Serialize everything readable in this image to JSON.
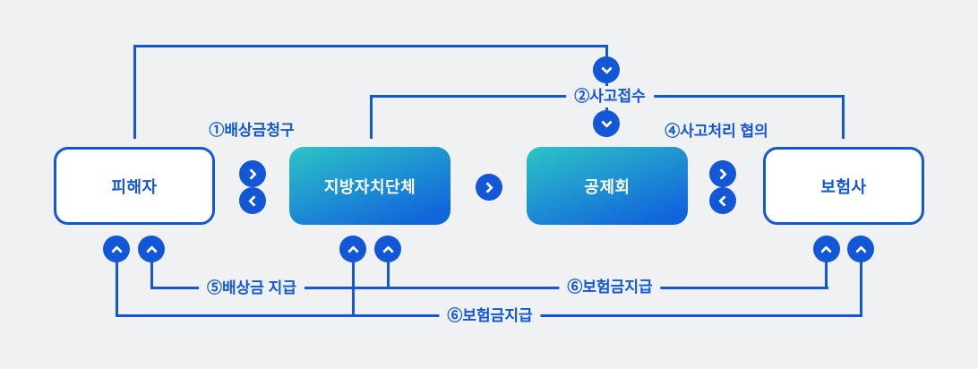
{
  "nodes": {
    "victim": "피해자",
    "local_gov": "지방자치단체",
    "mutual_aid": "공제회",
    "insurer": "보험사"
  },
  "flow_labels": {
    "claim": "①배상금청구",
    "report": "②사고접수",
    "consult": "④사고처리 협의",
    "compensation": "⑤배상금 지급",
    "insurance_upper": "⑥보험금지급",
    "insurance_lower": "⑥보험금지급"
  },
  "colors": {
    "accent": "#1157d8",
    "gradient_start": "#2dc4c6",
    "gradient_end": "#1164dc",
    "background": "#f0f1f3"
  }
}
